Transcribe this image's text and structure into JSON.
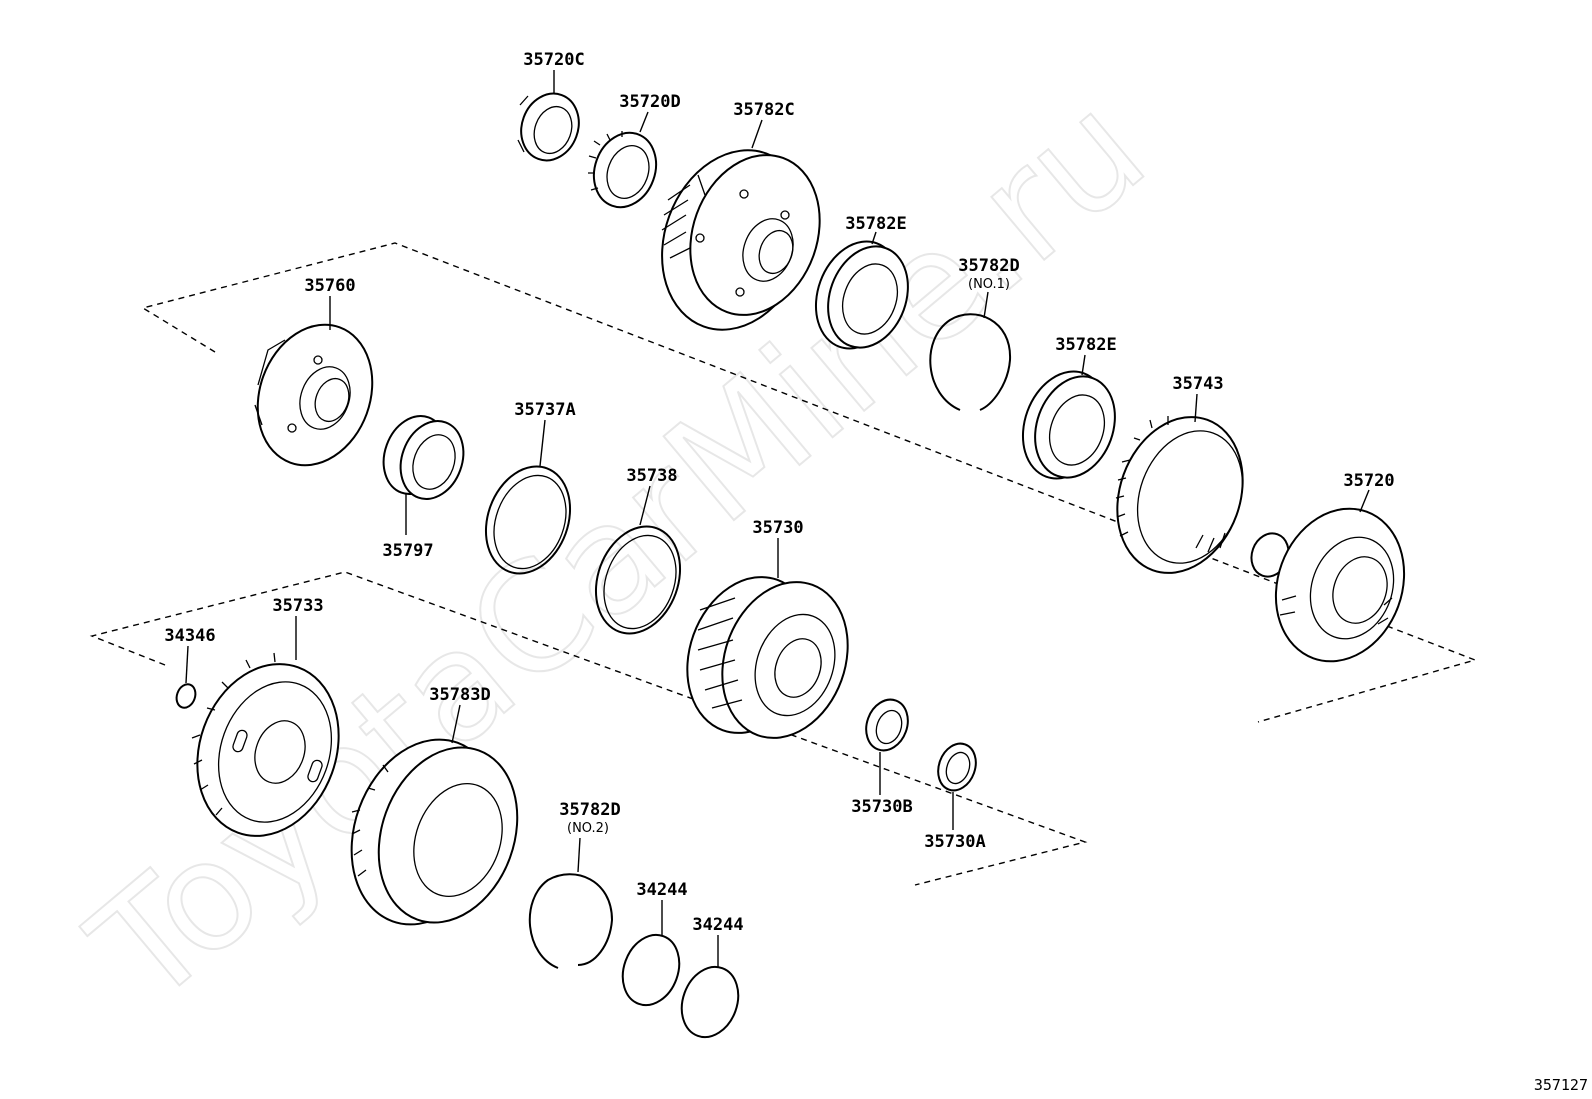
{
  "watermark": "ToyotaCarMine.ru",
  "figure_number": "357127",
  "labels": {
    "p35720C": "35720C",
    "p35720D": "35720D",
    "p35782C": "35782C",
    "p35782E_1": "35782E",
    "p35782D_1": "35782D",
    "p35782D_1_sub": "(NO.1)",
    "p35782E_2": "35782E",
    "p35743": "35743",
    "p35720": "35720",
    "p35760": "35760",
    "p35797": "35797",
    "p35737A": "35737A",
    "p35738": "35738",
    "p35730": "35730",
    "p35730B": "35730B",
    "p35730A": "35730A",
    "p34346": "34346",
    "p35733": "35733",
    "p35783D": "35783D",
    "p35782D_2": "35782D",
    "p35782D_2_sub": "(NO.2)",
    "p34244_1": "34244",
    "p34244_2": "34244"
  }
}
